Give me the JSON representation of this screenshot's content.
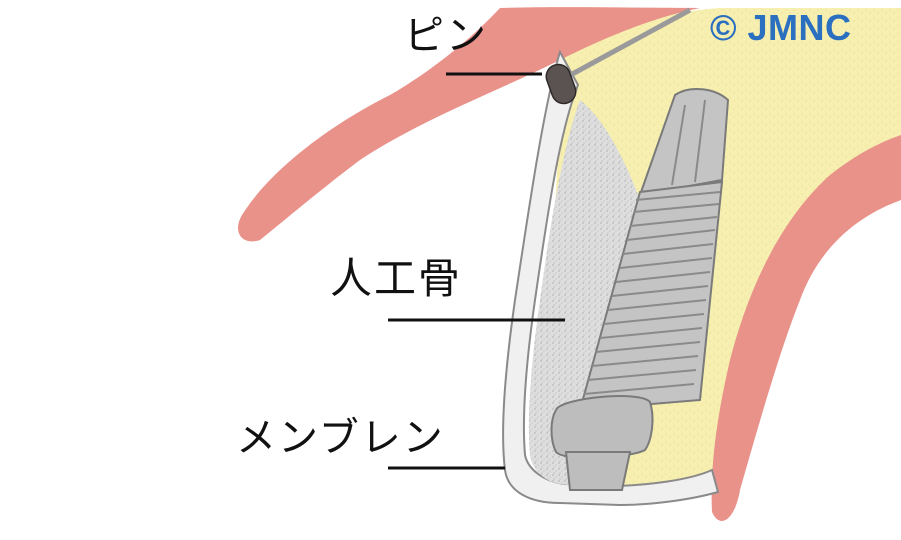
{
  "labels": {
    "pin": "ピン",
    "artificial_bone": "人工骨",
    "membrane": "メンブレン"
  },
  "copyright": "© JMNC",
  "colors": {
    "gum": "#e9928a",
    "bone": "#f6efb0",
    "graft": "#d9d9d9",
    "membrane": "#f0f0f0",
    "implant": "#bfbfbf",
    "pin": "#5a5352",
    "copyright": "#2b6fc0",
    "leader_line": "#111111"
  },
  "icons": {
    "copyright": "copyright-symbol"
  }
}
